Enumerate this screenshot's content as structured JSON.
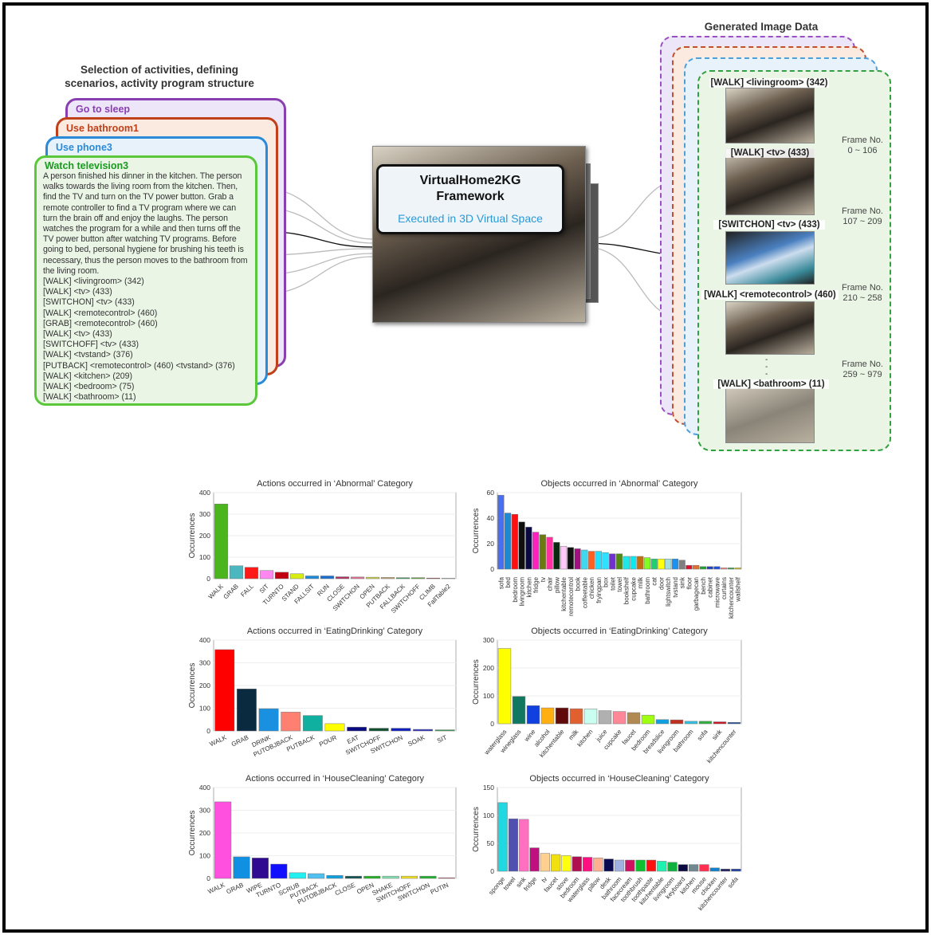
{
  "left_panel": {
    "heading": [
      "Selection of activities, defining",
      "scenarios, activity program structure"
    ],
    "cards": [
      {
        "title": "Go to sleep",
        "color": "#8a3fb0"
      },
      {
        "title": "Use bathroom1",
        "color": "#c0401a"
      },
      {
        "title": "Use phone3",
        "color": "#2a8ad8"
      },
      {
        "title": "Watch television3",
        "color": "#5ac83a"
      }
    ],
    "description": "A person finished his dinner in the kitchen. The person walks towards the living room from the kitchen. Then, find the TV and turn on the TV power button. Grab a remote controller to find a TV program where we can turn the brain off and enjoy the laughs. The person watches the program for a while and then turns off the TV power button after watching TV programs. Before going to bed, personal hygiene for brushing his teeth is necessary, thus the person moves to the bathroom from the living room.",
    "program": [
      "[WALK] <livingroom> (342)",
      "[WALK] <tv> (433)",
      "[SWITCHON] <tv> (433)",
      "[WALK] <remotecontrol> (460)",
      "[GRAB] <remotecontrol> (460)",
      "[WALK] <tv> (433)",
      "[SWITCHOFF] <tv> (433)",
      "[WALK] <tvstand> (376)",
      "[PUTBACK] <remotecontrol> (460) <tvstand> (376)",
      "[WALK] <kitchen> (209)",
      "[WALK] <bedroom> (75)",
      "[WALK] <bathroom> (11)"
    ]
  },
  "center": {
    "title": [
      "VirtualHome2KG",
      "Framework"
    ],
    "subtitle": "Executed in 3D Virtual Space"
  },
  "right_panel": {
    "heading": "Generated Image Data",
    "frames": [
      "[WALK] <livingroom> (342)",
      "[WALK] <tv> (433)",
      "[SWITCHON] <tv> (433)",
      "[WALK] <remotecontrol> (460)",
      "[WALK] <bathroom> (11)"
    ],
    "frame_ranges": [
      [
        "Frame No.",
        "0 ~ 106"
      ],
      [
        "Frame No.",
        "107 ~ 209"
      ],
      [
        "Frame No.",
        "210 ~ 258"
      ],
      [
        "Frame No.",
        "259 ~ 979"
      ]
    ],
    "ellipsis": "-\n-\n-"
  },
  "chart_data": [
    {
      "type": "bar",
      "title": "Actions occurred in ‘Abnormal’ Category",
      "ylabel": "Occurrences",
      "xlabel": "",
      "ylim": [
        0,
        400
      ],
      "yticks": [
        0,
        100,
        200,
        300,
        400
      ],
      "grid": true,
      "categories": [
        "WALK",
        "GRAB",
        "FALL",
        "SIT",
        "TURNTO",
        "STAND",
        "FALLSIT",
        "RUN",
        "CLOSE",
        "SWITCHON",
        "OPEN",
        "PUTBACK",
        "FALLBACK",
        "SWITCHOFF",
        "CLIMB",
        "FallTable2"
      ],
      "values": [
        347,
        60,
        53,
        38,
        30,
        23,
        13,
        13,
        9,
        8,
        7,
        6,
        5,
        5,
        3,
        2
      ],
      "colors": [
        "#4bb51e",
        "#4bb8c0",
        "#ff1a1a",
        "#ff88f0",
        "#c00010",
        "#d7ee10",
        "#1c8ad8",
        "#1a70d0",
        "#b03060",
        "#e07090",
        "#c8d040",
        "#c0a070",
        "#3a9a50",
        "#60a030",
        "#a02020",
        "#909090"
      ]
    },
    {
      "type": "bar",
      "title": "Objects occurred in ‘Abnormal’ Category",
      "ylabel": "Occurrences",
      "xlabel": "",
      "ylim": [
        0,
        60
      ],
      "yticks": [
        0,
        20,
        40,
        60
      ],
      "grid": true,
      "categories": [
        "sofa",
        "bed",
        "bedroom",
        "livingroom",
        "kitchen",
        "fridge",
        "tv",
        "chair",
        "pillow",
        "kitchentable",
        "remotecontrol",
        "book",
        "coffeetable",
        "chicken",
        "fryingpan",
        "box",
        "toilet",
        "towel",
        "bookshelf",
        "cupcake",
        "milk",
        "bathroom",
        "cat",
        "door",
        "lightswitch",
        "tvstand",
        "sink",
        "floor",
        "garbagecan",
        "bench",
        "cabinet",
        "microwave",
        "curtains",
        "kitchencounter",
        "wallshelf"
      ],
      "values": [
        58,
        44,
        43,
        37,
        33,
        29,
        27,
        25,
        21,
        18,
        17,
        16,
        15,
        14,
        14,
        13,
        12,
        12,
        10,
        10,
        10,
        9,
        8,
        8,
        8,
        8,
        7,
        3,
        3,
        2,
        2,
        2,
        1,
        1,
        1
      ],
      "colors": [
        "#4a6ef0",
        "#1e88d0",
        "#ff1010",
        "#101010",
        "#0a0a40",
        "#ff20c0",
        "#6a7a10",
        "#ff30a0",
        "#0a2a10",
        "#ffc8f8",
        "#101010",
        "#a01080",
        "#40d8f0",
        "#ff6020",
        "#20e0ff",
        "#30e0ff",
        "#7030d0",
        "#508a10",
        "#20e8e8",
        "#10e8f0",
        "#c07010",
        "#80ff20",
        "#20d070",
        "#ffff10",
        "#a0e0e0",
        "#1a90f0",
        "#808080",
        "#e01030",
        "#e07030",
        "#20a030",
        "#2040c0",
        "#2050d0",
        "#ff8080",
        "#30a040",
        "#d0c020"
      ]
    },
    {
      "type": "bar",
      "title": "Actions occurred in ‘EatingDrinking’ Category",
      "ylabel": "Occurrences",
      "xlabel": "",
      "ylim": [
        0,
        400
      ],
      "yticks": [
        0,
        100,
        200,
        300,
        400
      ],
      "grid": true,
      "categories": [
        "WALK",
        "GRAB",
        "DRINK",
        "PUTOBJBACK",
        "PUTBACK",
        "POUR",
        "EAT",
        "SWITCHOFF",
        "SWITCHON",
        "SOAK",
        "SIT"
      ],
      "values": [
        358,
        185,
        98,
        83,
        68,
        32,
        17,
        12,
        12,
        7,
        5
      ],
      "colors": [
        "#ff0000",
        "#0a2a40",
        "#1a90e0",
        "#ff8070",
        "#10b0a0",
        "#ffff00",
        "#0a0a80",
        "#105030",
        "#1020c0",
        "#3030c0",
        "#30a050"
      ]
    },
    {
      "type": "bar",
      "title": "Objects occurred in ‘EatingDrinking’ Category",
      "ylabel": "Occurrences",
      "xlabel": "",
      "ylim": [
        0,
        300
      ],
      "yticks": [
        0,
        100,
        200,
        300
      ],
      "grid": true,
      "categories": [
        "waterglass",
        "wineglass",
        "wine",
        "alcohol",
        "kitchentable",
        "milk",
        "kitchen",
        "juice",
        "cupcake",
        "faucet",
        "bedroom",
        "breadslice",
        "livingroom",
        "bathroom",
        "sofa",
        "sink",
        "kitchencounter"
      ],
      "values": [
        270,
        98,
        65,
        57,
        57,
        54,
        53,
        47,
        44,
        40,
        31,
        15,
        14,
        9,
        9,
        7,
        5
      ],
      "colors": [
        "#ffff00",
        "#107860",
        "#1040e0",
        "#ffb010",
        "#600a0a",
        "#e06030",
        "#c8fff0",
        "#b0b0b0",
        "#ff8898",
        "#b08a50",
        "#a0ff10",
        "#10a0e0",
        "#c03020",
        "#30c0e0",
        "#30b040",
        "#d01020",
        "#2050a0"
      ]
    },
    {
      "type": "bar",
      "title": "Actions occurred in ‘HouseCleaning’ Category",
      "ylabel": "Occurrences",
      "xlabel": "",
      "ylim": [
        0,
        400
      ],
      "yticks": [
        0,
        100,
        200,
        300,
        400
      ],
      "grid": true,
      "categories": [
        "WALK",
        "GRAB",
        "WIPE",
        "TURNTO",
        "SCRUB",
        "PUTBACK",
        "PUTOBJBACK",
        "CLOSE",
        "OPEN",
        "SHAKE",
        "SWITCHOFF",
        "SWITCHON",
        "PUTIN"
      ],
      "values": [
        337,
        95,
        90,
        63,
        25,
        21,
        13,
        10,
        10,
        10,
        10,
        10,
        3
      ],
      "colors": [
        "#ff50e0",
        "#1090e0",
        "#300a90",
        "#1010ff",
        "#20f0f0",
        "#50c0f0",
        "#10a0e0",
        "#105050",
        "#20b020",
        "#80e0b0",
        "#f0e020",
        "#20b030",
        "#c04040"
      ]
    },
    {
      "type": "bar",
      "title": "Objects occurred in ‘HouseCleaning’ Category",
      "ylabel": "Occurrences",
      "xlabel": "",
      "ylim": [
        0,
        150
      ],
      "yticks": [
        0,
        50,
        100,
        150
      ],
      "grid": true,
      "categories": [
        "sponge",
        "towel",
        "sink",
        "fridge",
        "tv",
        "faucet",
        "stove",
        "bedroom",
        "waterglass",
        "pillow",
        "desk",
        "bathroom",
        "facecream",
        "toothbrush",
        "toothpaste",
        "kitchentable",
        "livingroom",
        "keyboard",
        "kitchen",
        "mouse",
        "chicken",
        "kitchencounter",
        "sofa"
      ],
      "values": [
        123,
        94,
        93,
        42,
        32,
        30,
        28,
        26,
        25,
        24,
        22,
        20,
        20,
        20,
        20,
        18,
        16,
        12,
        12,
        12,
        6,
        4,
        4
      ],
      "colors": [
        "#20d8e0",
        "#5050b0",
        "#ff70c0",
        "#c01080",
        "#ffd090",
        "#f0e010",
        "#ffff10",
        "#b01050",
        "#ff1080",
        "#ffb090",
        "#0a0a50",
        "#a0b0e0",
        "#d01060",
        "#10c030",
        "#ff1010",
        "#20f0b0",
        "#10b040",
        "#0a0a40",
        "#708890",
        "#ff3050",
        "#1080d0",
        "#202060",
        "#2040a0"
      ]
    }
  ]
}
